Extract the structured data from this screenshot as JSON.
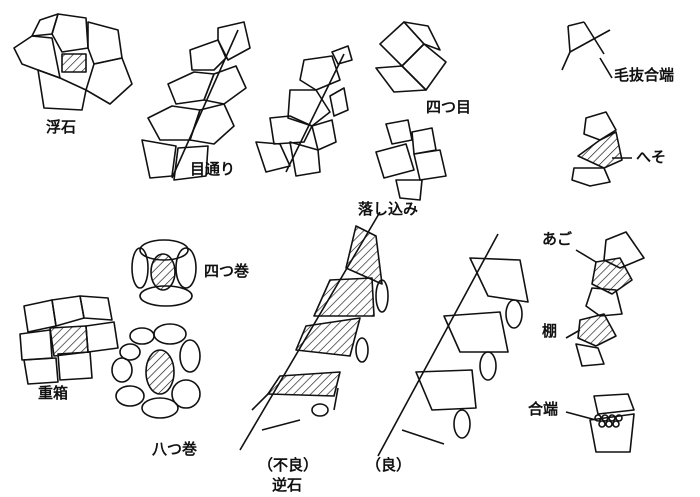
{
  "labels": {
    "ukiishi": "浮石",
    "medori": "目通り",
    "yotsume": "四つ目",
    "otoshikomi": "落し込み",
    "kenuki": "毛抜合端",
    "heso": "へそ",
    "ago": "あご",
    "tana": "棚",
    "aiba": "合端",
    "yotsumaki": "四つ巻",
    "jubako": "重箱",
    "yatsumaki": "八つ巻",
    "furyo": "（不良）",
    "sakaishi": "逆石",
    "ryo": "（良）"
  },
  "colors": {
    "ink": "#111111",
    "paper": "#ffffff"
  }
}
